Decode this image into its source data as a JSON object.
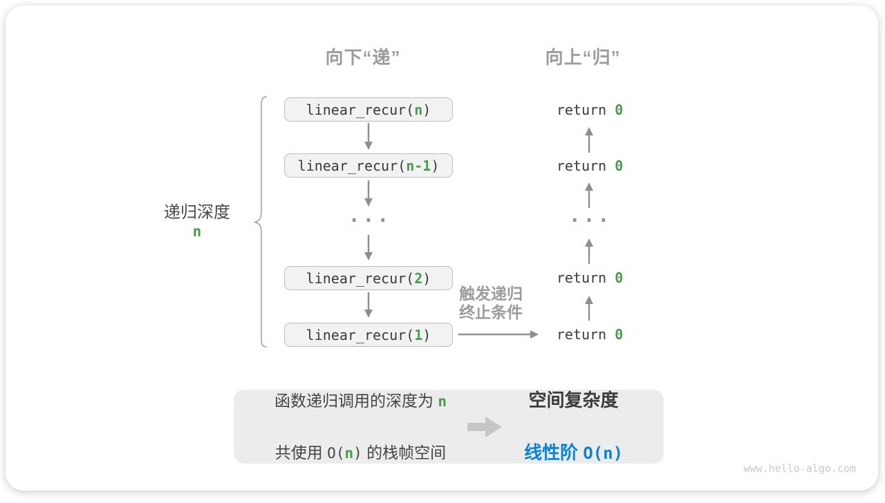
{
  "headers": {
    "down": "向下“递”",
    "up": "向上“归”"
  },
  "depth": {
    "label": "递归深度",
    "value": "n"
  },
  "stack": [
    {
      "pre": "linear_recur(",
      "arg": "n",
      "post": ")"
    },
    {
      "pre": "linear_recur(",
      "arg": "n-1",
      "post": ")"
    },
    {
      "pre": "linear_recur(",
      "arg": "2",
      "post": ")"
    },
    {
      "pre": "linear_recur(",
      "arg": "1",
      "post": ")"
    }
  ],
  "returns": [
    {
      "pre": "return ",
      "val": "0"
    },
    {
      "pre": "return ",
      "val": "0"
    },
    {
      "pre": "return ",
      "val": "0"
    },
    {
      "pre": "return ",
      "val": "0"
    }
  ],
  "ellipsis": "···",
  "base_case": {
    "line1": "触发递归",
    "line2": "终止条件"
  },
  "summary": {
    "left": {
      "l1a": "函数递归调用的深度为 ",
      "l1b": "n",
      "l2a": "共使用 ",
      "l2b": "O(",
      "l2c": "n",
      "l2d": ")",
      "l2e": " 的栈帧空间"
    },
    "right": {
      "title": "空间复杂度",
      "l2a": "线性阶 ",
      "l2b": "O(n)"
    }
  },
  "watermark": "www.hello-algo.com",
  "colors": {
    "green": "#4a9b50",
    "blue": "#0c82d8",
    "heading_gray": "#9c9c9c",
    "arrow_gray": "#8f8f8f",
    "box_bg": "#f2f2f2",
    "box_border": "#bdbdbd",
    "summary_bg": "#ececec"
  }
}
